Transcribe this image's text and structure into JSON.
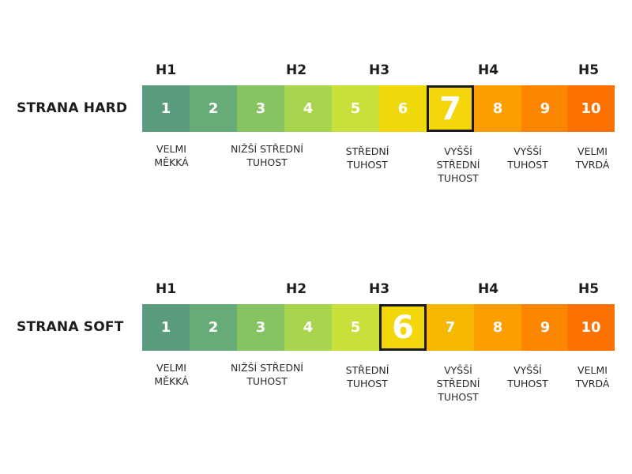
{
  "panels": [
    {
      "side_label": "STRANA HARD",
      "markers": [
        "H1",
        "H2",
        "H3",
        "H4",
        "H5"
      ],
      "cells": [
        "1",
        "2",
        "3",
        "4",
        "5",
        "6",
        "7",
        "8",
        "9",
        "10"
      ],
      "selected_value": 7,
      "descriptions": [
        [
          "VELMI",
          "MĚKKÁ"
        ],
        [
          "NIŽŠÍ STŘEDNÍ",
          "TUHOST"
        ],
        [
          "STŘEDNÍ",
          "TUHOST"
        ],
        [
          "VYŠŠÍ",
          "STŘEDNÍ",
          "TUHOST"
        ],
        [
          "VYŠŠÍ",
          "TUHOST"
        ],
        [
          "VELMI",
          "TVRDÁ"
        ]
      ]
    },
    {
      "side_label": "STRANA SOFT",
      "markers": [
        "H1",
        "H2",
        "H3",
        "H4",
        "H5"
      ],
      "cells": [
        "1",
        "2",
        "3",
        "4",
        "5",
        "6",
        "7",
        "8",
        "9",
        "10"
      ],
      "selected_value": 6,
      "descriptions": [
        [
          "VELMI",
          "MĚKKÁ"
        ],
        [
          "NIŽŠÍ STŘEDNÍ",
          "TUHOST"
        ],
        [
          "STŘEDNÍ",
          "TUHOST"
        ],
        [
          "VYŠŠÍ",
          "STŘEDNÍ",
          "TUHOST"
        ],
        [
          "VYŠŠÍ",
          "TUHOST"
        ],
        [
          "VELMI",
          "TVRDÁ"
        ]
      ]
    }
  ],
  "colors": {
    "scale": [
      "#5a9b7e",
      "#67ab78",
      "#86c462",
      "#a9d54e",
      "#c9e03c",
      "#efd90c",
      "#f6b700",
      "#fc9d00",
      "#fc8600",
      "#fd7100"
    ],
    "selected_fill": "#f3d70a",
    "selected_border": "#1a1a1a"
  }
}
